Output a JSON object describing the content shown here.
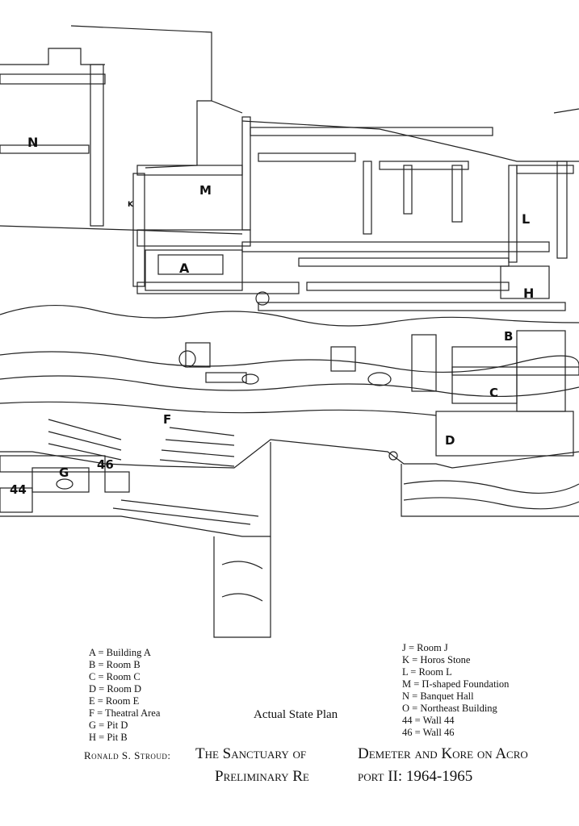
{
  "plan_labels": {
    "N": "N",
    "K": "K",
    "M": "M",
    "A": "A",
    "L": "L",
    "H": "H",
    "B": "B",
    "C": "C",
    "D": "D",
    "F": "F",
    "G": "G",
    "n46": "46",
    "n44": "44"
  },
  "legend_left": [
    "A = Building A",
    "B = Room B",
    "C = Room C",
    "D = Room D",
    "E = Room E",
    "F = Theatral Area",
    "G = Pit D",
    "H = Pit B"
  ],
  "legend_right": [
    "J = Room J",
    "K = Horos Stone",
    "L = Room L",
    "M = Π-shaped Foundation",
    "N = Banquet Hall",
    "O = Northeast Building",
    "44 = Wall 44",
    "46 = Wall 46"
  ],
  "plan_title": "Actual State Plan",
  "caption": {
    "author": "Ronald S. Stroud:",
    "line1a": "The Sanctuary of",
    "line1b": "Demeter and Kore on Acro",
    "line2a": "Preliminary Re",
    "line2b": "port II: 1964-1965"
  }
}
